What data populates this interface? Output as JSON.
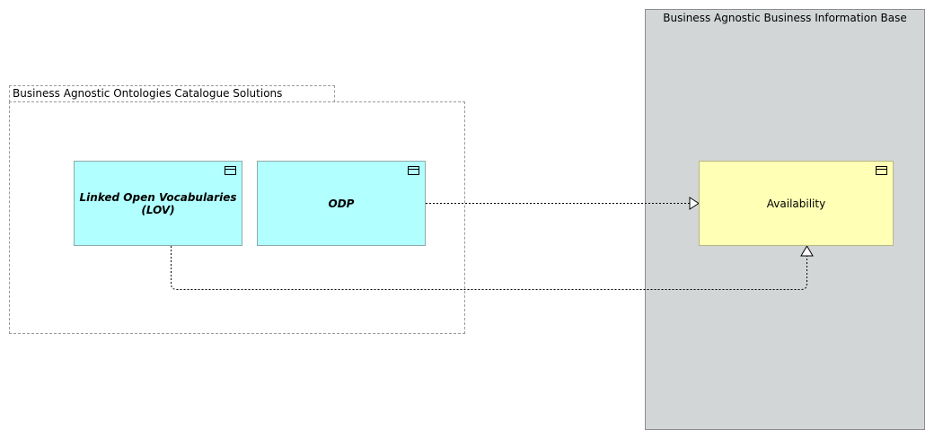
{
  "groups": {
    "ontologies_catalogue": {
      "label": "Business Agnostic Ontologies Catalogue Solutions"
    },
    "business_information_base": {
      "label": "Business Agnostic Business Information Base"
    }
  },
  "nodes": {
    "lov": {
      "label": "Linked Open Vocabularies (LOV)"
    },
    "odp": {
      "label": "ODP"
    },
    "availability": {
      "label": "Availability"
    }
  },
  "colors": {
    "application_component": "#b2ffff",
    "business_object": "#ffffb5",
    "container": "#d2d6d7"
  },
  "edges": [
    {
      "from": "ODP",
      "to": "Availability",
      "type": "realization"
    },
    {
      "from": "Linked Open Vocabularies (LOV)",
      "to": "Availability",
      "type": "realization"
    }
  ]
}
